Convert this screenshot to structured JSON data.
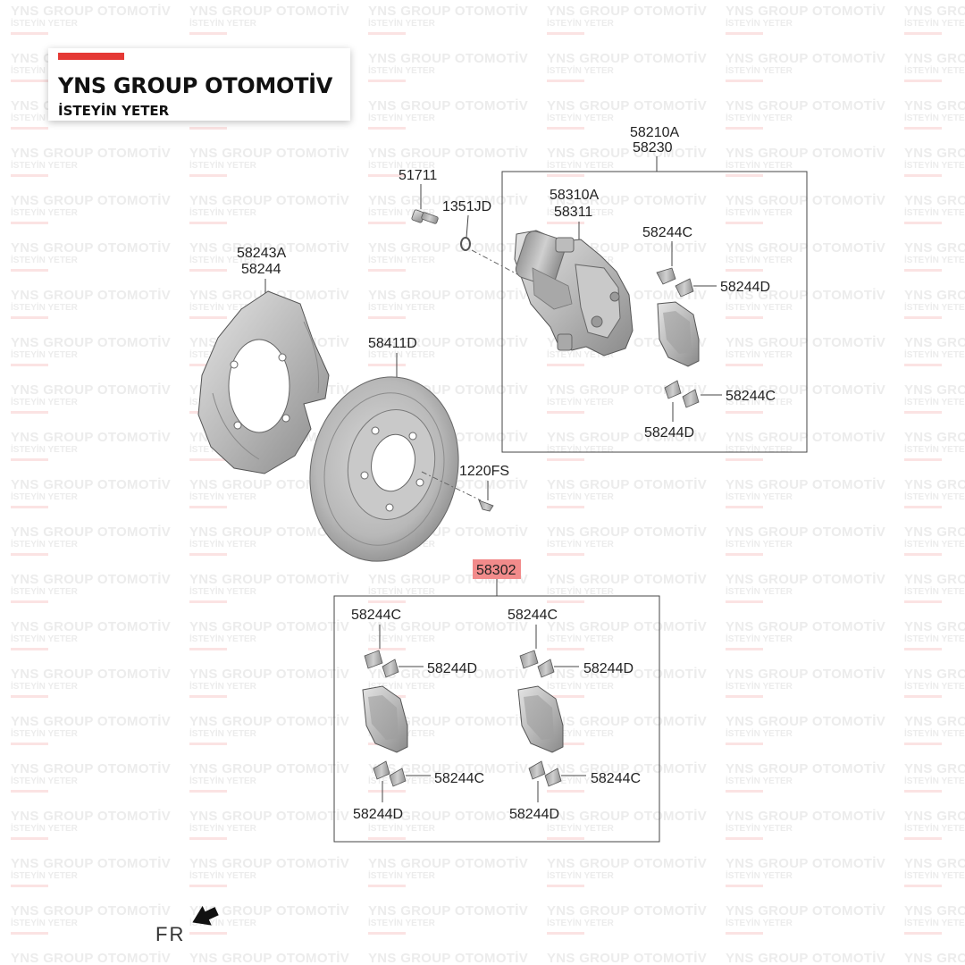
{
  "brand": {
    "name": "YNS GROUP OTOMOTİV",
    "tagline": "İSTEYİN YETER",
    "accent_color": "#e53935"
  },
  "watermark": {
    "line1": "YNS GROUP OTOMOTİV",
    "line2": "İSTEYİN YETER"
  },
  "diagram": {
    "caliper_box_label_1": "58210A",
    "caliper_box_label_2": "58230",
    "bolt": "51711",
    "washer": "1351JD",
    "caliper_label_1": "58310A",
    "caliper_label_2": "58311",
    "top_clip_c1": "58244C",
    "top_clip_d1": "58244D",
    "top_clip_c2": "58244C",
    "top_clip_d2": "58244D",
    "shield_label_1": "58243A",
    "shield_label_2": "58244",
    "disc": "58411D",
    "screw": "1220FS",
    "pad_kit": "58302",
    "pad_kit_highlight_color": "#f28b8b",
    "kit_left_c_top": "58244C",
    "kit_left_d_top": "58244D",
    "kit_left_c_bottom": "58244C",
    "kit_left_d_bottom": "58244D",
    "kit_right_c_top": "58244C",
    "kit_right_d_top": "58244D",
    "kit_right_c_bottom": "58244C",
    "kit_right_d_bottom": "58244D",
    "front_indicator": "FR",
    "front_arrow_icon": "arrow-left-icon"
  }
}
